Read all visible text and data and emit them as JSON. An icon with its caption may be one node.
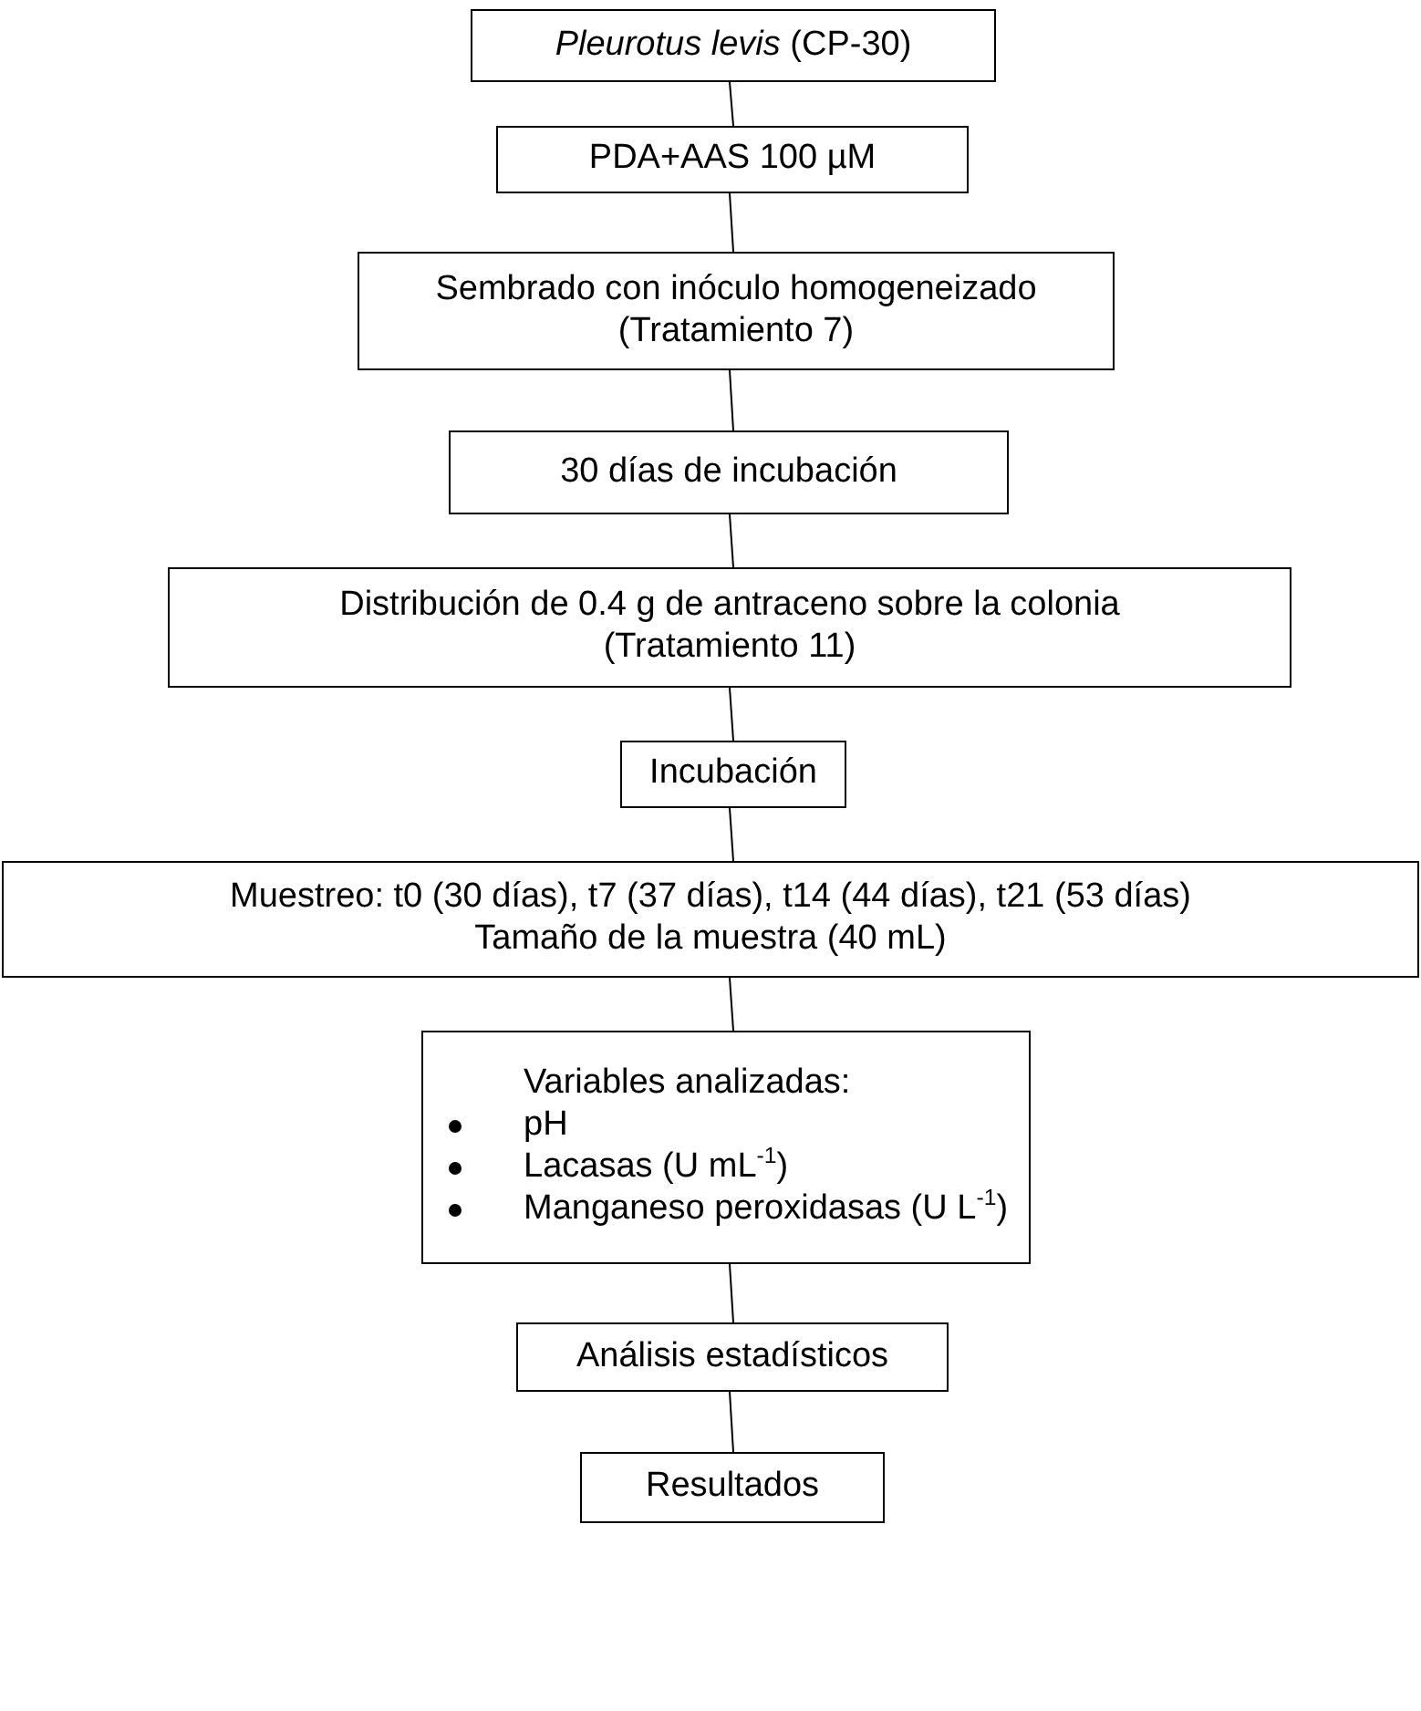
{
  "diagram": {
    "nodes": [
      {
        "text": [
          "*Pleurotus levis* (CP-30)"
        ]
      },
      {
        "text": [
          "PDA+AAS 100 µM"
        ]
      },
      {
        "text": [
          "Sembrado con inóculo homogeneizado",
          "(Tratamiento 7)"
        ]
      },
      {
        "text": [
          "30 días de incubación"
        ]
      },
      {
        "text": [
          "Distribución de 0.4 g de antraceno sobre la colonia",
          "(Tratamiento 11)"
        ]
      },
      {
        "text": [
          "Incubación"
        ]
      },
      {
        "text": [
          "Muestreo: t0 (30 días), t7 (37 días), t14 (44 días), t21 (53 días)",
          "Tamaño de la muestra (40 mL)"
        ]
      },
      {
        "text": [
          "Variables analizadas:",
          "pH",
          "Lacasas (U mL$^{-1}$)",
          "Manganeso peroxidasas (U L$^{-1}$)"
        ]
      },
      {
        "text": [
          "Análisis estadísticos"
        ]
      },
      {
        "text": [
          "Resultados"
        ]
      }
    ],
    "edges": [
      {
        "from": 0,
        "to": 1,
        "arrow": "none"
      },
      {
        "from": 1,
        "to": 2,
        "arrow": "none"
      },
      {
        "from": 2,
        "to": 3,
        "arrow": "none"
      },
      {
        "from": 3,
        "to": 4,
        "arrow": "none"
      },
      {
        "from": 4,
        "to": 5,
        "arrow": "none"
      },
      {
        "from": 5,
        "to": 6,
        "arrow": "none"
      },
      {
        "from": 6,
        "to": 7,
        "arrow": "none"
      },
      {
        "from": 7,
        "to": 8,
        "arrow": "none"
      },
      {
        "from": 8,
        "to": 9,
        "arrow": "none"
      }
    ]
  }
}
